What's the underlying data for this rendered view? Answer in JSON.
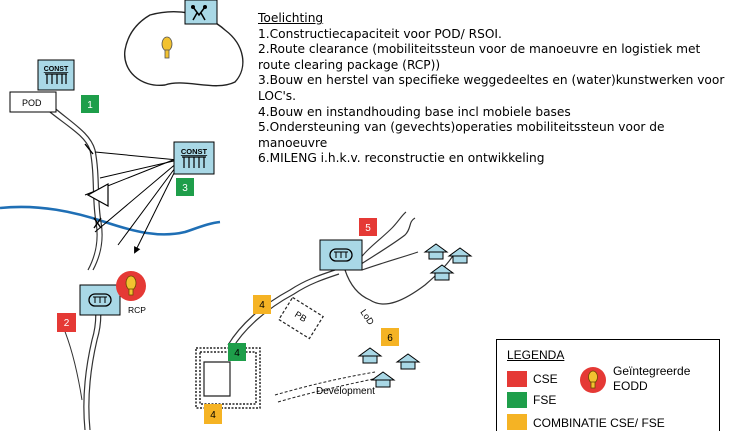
{
  "notes": {
    "title": "Toelichting",
    "items": [
      "1.Constructiecapaciteit voor POD/ RSOI.",
      "2.Route clearance (mobiliteitssteun voor de manoeuvre en logistiek met route clearing package (RCP))",
      "3.Bouw en herstel van specifieke weggedeeltes en (water)kunstwerken voor LOC's.",
      "4.Bouw en instandhouding base incl mobiele bases",
      "5.Ondersteuning van (gevechts)operaties mobiliteitssteun voor de manoeuvre",
      "6.MILENG i.h.k.v. reconstructie en ontwikkeling"
    ]
  },
  "map": {
    "const_label": "CONST",
    "pod_label": "POD",
    "rcp_label": "RCP",
    "lod_label": "LoD",
    "pb_label": "PB",
    "development_label": "Development",
    "markers": {
      "m1": "1",
      "m2": "2",
      "m3": "3",
      "m4a": "4",
      "m4b": "4",
      "m4c": "4",
      "m5": "5",
      "m6": "6"
    }
  },
  "legend": {
    "title": "LEGENDA",
    "cse": "CSE",
    "fse": "FSE",
    "eodd": "Geïntegreerde EODD",
    "combi": "COMBINATIE CSE/ FSE"
  },
  "colors": {
    "cse": "#E53935",
    "fse": "#1E9E4A",
    "combi": "#F5B324",
    "unit_fill": "#A9D8E6",
    "river": "#1F6FB5",
    "eod": "#E53935",
    "eod_bomb": "#F2C230"
  }
}
